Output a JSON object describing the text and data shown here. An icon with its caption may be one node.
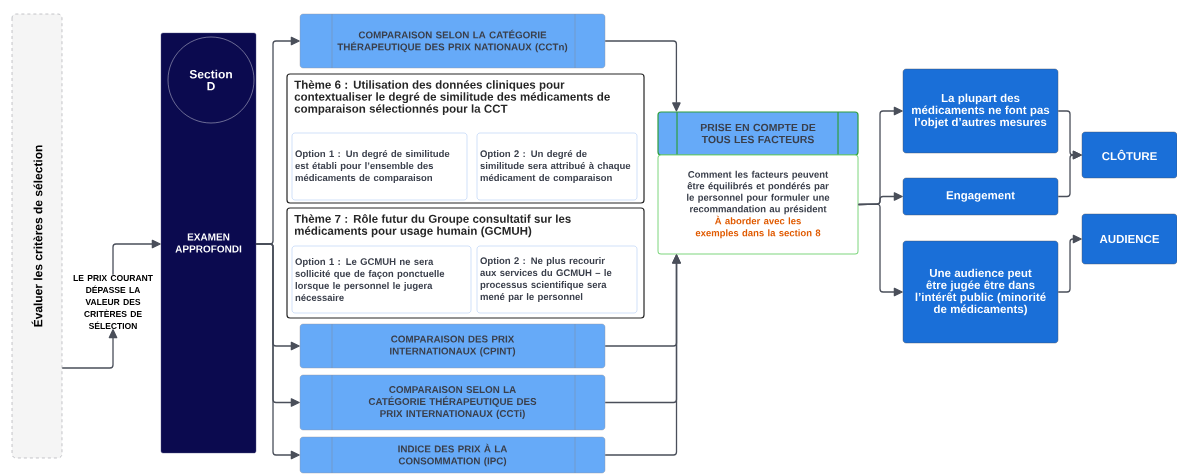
{
  "diagram": {
    "nodes": [
      {
        "text": [
          "Évaluer les critères de sélection"
        ]
      },
      {
        "text": [
          "LE PRIX COURANT DÉPASSE LA VALEUR DES CRITÈRES DE SÉLECTION"
        ]
      },
      {
        "text": [
          "EXAMEN APPROFONDI"
        ]
      },
      {
        "text": [
          "Section D"
        ],
        "in": 2
      },
      {
        "text": [
          "COMPARAISON SELON LA CATÉGORIE THÉRAPEUTIQUE DES PRIX NATIONAUX (CCTn)"
        ]
      },
      {
        "text": [
          "Thème 6 : Utilisation des données cliniques pour contextualiser le degré de similitude des médicaments de comparaison sélectionnés pour la CCT"
        ]
      },
      {
        "text": [
          "Option 1 : Un degré de similitude est établi pour l’ensemble des médicaments de comparaison"
        ],
        "in": 5
      },
      {
        "text": [
          "Option 2 : Un degré de similitude sera attribué à chaque médicament de comparaison"
        ],
        "in": 5
      },
      {
        "text": [
          "Thème 7 : Rôle futur du Groupe consultatif sur les médicaments pour usage humain (GCMUH)"
        ]
      },
      {
        "text": [
          "Option 1 : Le GCMUH ne sera sollicité que de façon ponctuelle lorsque le personnel le jugera nécessaire"
        ],
        "in": 8
      },
      {
        "text": [
          "Option 2 : Ne plus recourir aux services du GCMUH – le processus scientifique sera mené par le personnel"
        ],
        "in": 8
      },
      {
        "text": [
          "COMPARAISON DES PRIX INTERNATIONAUX (CPINT)"
        ]
      },
      {
        "text": [
          "COMPARAISON SELON LA CATÉGORIE THÉRAPEUTIQUE DES PRIX INTERNATIONAUX (CCTi)"
        ]
      },
      {
        "text": [
          "INDICE DES PRIX À LA CONSOMMATION (IPC)"
        ]
      },
      {
        "text": [
          "PRISE EN COMPTE DE TOUS LES FACTEURS"
        ]
      },
      {
        "text": [
          "Comment les facteurs peuvent être équilibrés et pondérés par le personnel pour formuler une recommandation au président",
          "À aborder avec les exemples dans la section 8"
        ]
      },
      {
        "text": [
          "La plupart des médicaments ne font pas l’objet d’autres mesures"
        ]
      },
      {
        "text": [
          "Engagement"
        ]
      },
      {
        "text": [
          "Une audience peut être jugée être dans l’intérêt public (minorité de médicaments)"
        ]
      },
      {
        "text": [
          "CLÔTURE"
        ]
      },
      {
        "text": [
          "AUDIENCE"
        ]
      }
    ],
    "edges": [
      {
        "from": 0,
        "to": 1,
        "arrow": "to"
      },
      {
        "from": 1,
        "to": 2,
        "arrow": "to"
      },
      {
        "from": 2,
        "to": 4,
        "arrow": "to"
      },
      {
        "from": 2,
        "to": 11,
        "arrow": "to"
      },
      {
        "from": 2,
        "to": 12,
        "arrow": "to"
      },
      {
        "from": 2,
        "to": 13,
        "arrow": "to"
      },
      {
        "from": 4,
        "to": 14,
        "arrow": "to"
      },
      {
        "from": 11,
        "to": 15,
        "arrow": "to"
      },
      {
        "from": 12,
        "to": 15,
        "arrow": "to"
      },
      {
        "from": 13,
        "to": 15,
        "arrow": "to"
      },
      {
        "from": 15,
        "to": 16,
        "arrow": "to"
      },
      {
        "from": 15,
        "to": 17,
        "arrow": "to"
      },
      {
        "from": 15,
        "to": 18,
        "arrow": "to"
      },
      {
        "from": 16,
        "to": 19,
        "arrow": "to"
      },
      {
        "from": 17,
        "to": 19,
        "arrow": "to"
      },
      {
        "from": 18,
        "to": 20,
        "arrow": "to"
      }
    ]
  }
}
